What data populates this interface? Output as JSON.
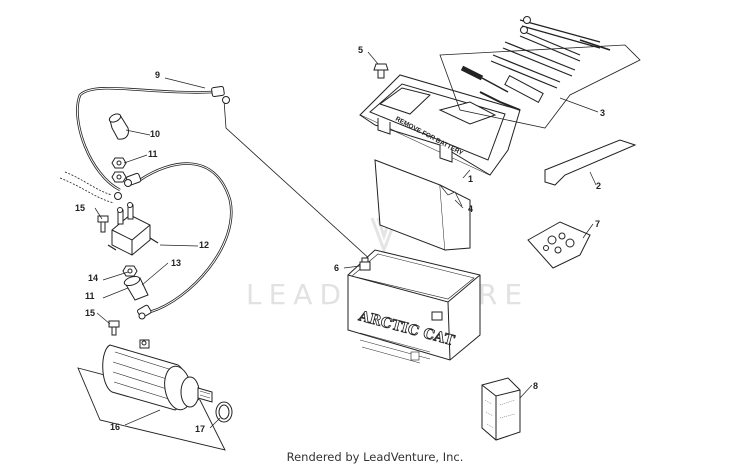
{
  "watermark": "LEADVENTURE",
  "battery_label": "ARCTIC CAT",
  "tray_label": "REMOVE FOR BATTERY",
  "footer": "Rendered by LeadVenture, Inc.",
  "callouts": [
    {
      "id": "c1",
      "text": "1"
    },
    {
      "id": "c2",
      "text": "2"
    },
    {
      "id": "c3",
      "text": "3"
    },
    {
      "id": "c4",
      "text": "4"
    },
    {
      "id": "c5",
      "text": "5"
    },
    {
      "id": "c6",
      "text": "6"
    },
    {
      "id": "c7",
      "text": "7"
    },
    {
      "id": "c8",
      "text": "8"
    },
    {
      "id": "c9",
      "text": "9"
    },
    {
      "id": "c10",
      "text": "10"
    },
    {
      "id": "c11a",
      "text": "11"
    },
    {
      "id": "c11b",
      "text": "11"
    },
    {
      "id": "c12",
      "text": "12"
    },
    {
      "id": "c13",
      "text": "13"
    },
    {
      "id": "c14",
      "text": "14"
    },
    {
      "id": "c15a",
      "text": "15"
    },
    {
      "id": "c15b",
      "text": "15"
    },
    {
      "id": "c16",
      "text": "16"
    },
    {
      "id": "c17",
      "text": "17"
    }
  ]
}
